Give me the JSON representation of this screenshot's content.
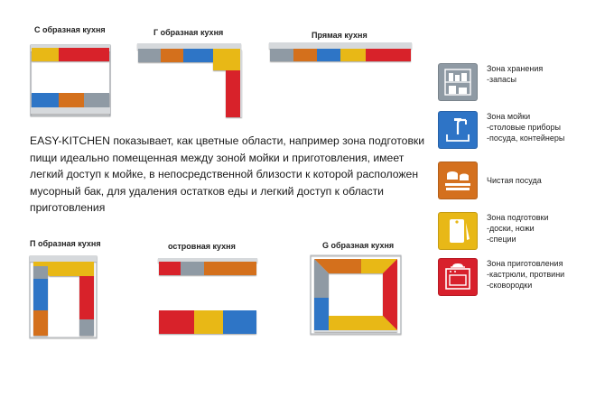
{
  "colors": {
    "storage": "#8f9aa4",
    "sink": "#2e74c6",
    "dishes": "#d4701e",
    "prep": "#e8b817",
    "cooking": "#d8202c",
    "counter": "#d6d9dc"
  },
  "layouts": {
    "c_shape": {
      "title": "С образная кухня"
    },
    "l_shape": {
      "title": "Г образная кухня"
    },
    "straight": {
      "title": "Прямая кухня"
    },
    "u_shape": {
      "title": "П образная кухня"
    },
    "island": {
      "title": "островная кухня"
    },
    "g_shape": {
      "title": "G образная кухня"
    }
  },
  "description": "EASY-KITCHEN показывает, как цветные области, например зона подготовки пищи идеально помещенная между зоной мойки и приготовления, имеет легкий доступ к мойке, в непосредственной близости к которой расположен мусорный бак, для удаления остатков еды и легкий доступ к области приготовления",
  "legend": [
    {
      "title": "Зона хранения",
      "lines": [
        "-запасы"
      ],
      "icon": "pantry-shelf-icon",
      "color": "#8f9aa4"
    },
    {
      "title": "Зона мойки",
      "lines": [
        "-столовые приборы",
        "-посуда, контейнеры"
      ],
      "icon": "faucet-icon",
      "color": "#2e74c6"
    },
    {
      "title": "Чистая посуда",
      "lines": [],
      "icon": "plates-icon",
      "color": "#d4701e"
    },
    {
      "title": "Зона подготовки",
      "lines": [
        "-доски, ножи",
        "-специи"
      ],
      "icon": "cutting-board-icon",
      "color": "#e8b817"
    },
    {
      "title": "Зона приготовления",
      "lines": [
        "-кастрюли, протвини",
        "-сковородки"
      ],
      "icon": "oven-icon",
      "color": "#d8202c"
    }
  ]
}
